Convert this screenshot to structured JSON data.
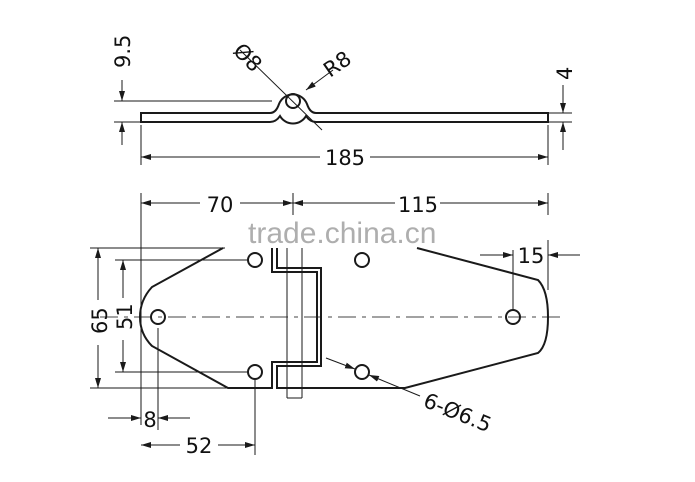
{
  "drawing": {
    "top_view": {
      "height_dim": "9.5",
      "pin_dia": "Ø8",
      "knuckle_radius": "R8",
      "thickness_dim": "4",
      "overall_length": "185"
    },
    "plan_view": {
      "left_leaf_length": "70",
      "right_leaf_length": "115",
      "right_inset": "15",
      "overall_width": "65",
      "hole_spacing_vertical": "51",
      "edge_hole_offset": "8",
      "hole_offset_horizontal": "52",
      "holes_note": "6-Ø6.5"
    }
  },
  "watermark": "trade.china.cn",
  "colors": {
    "line": "#1a1a1a",
    "watermark": "#9a9a9a"
  }
}
